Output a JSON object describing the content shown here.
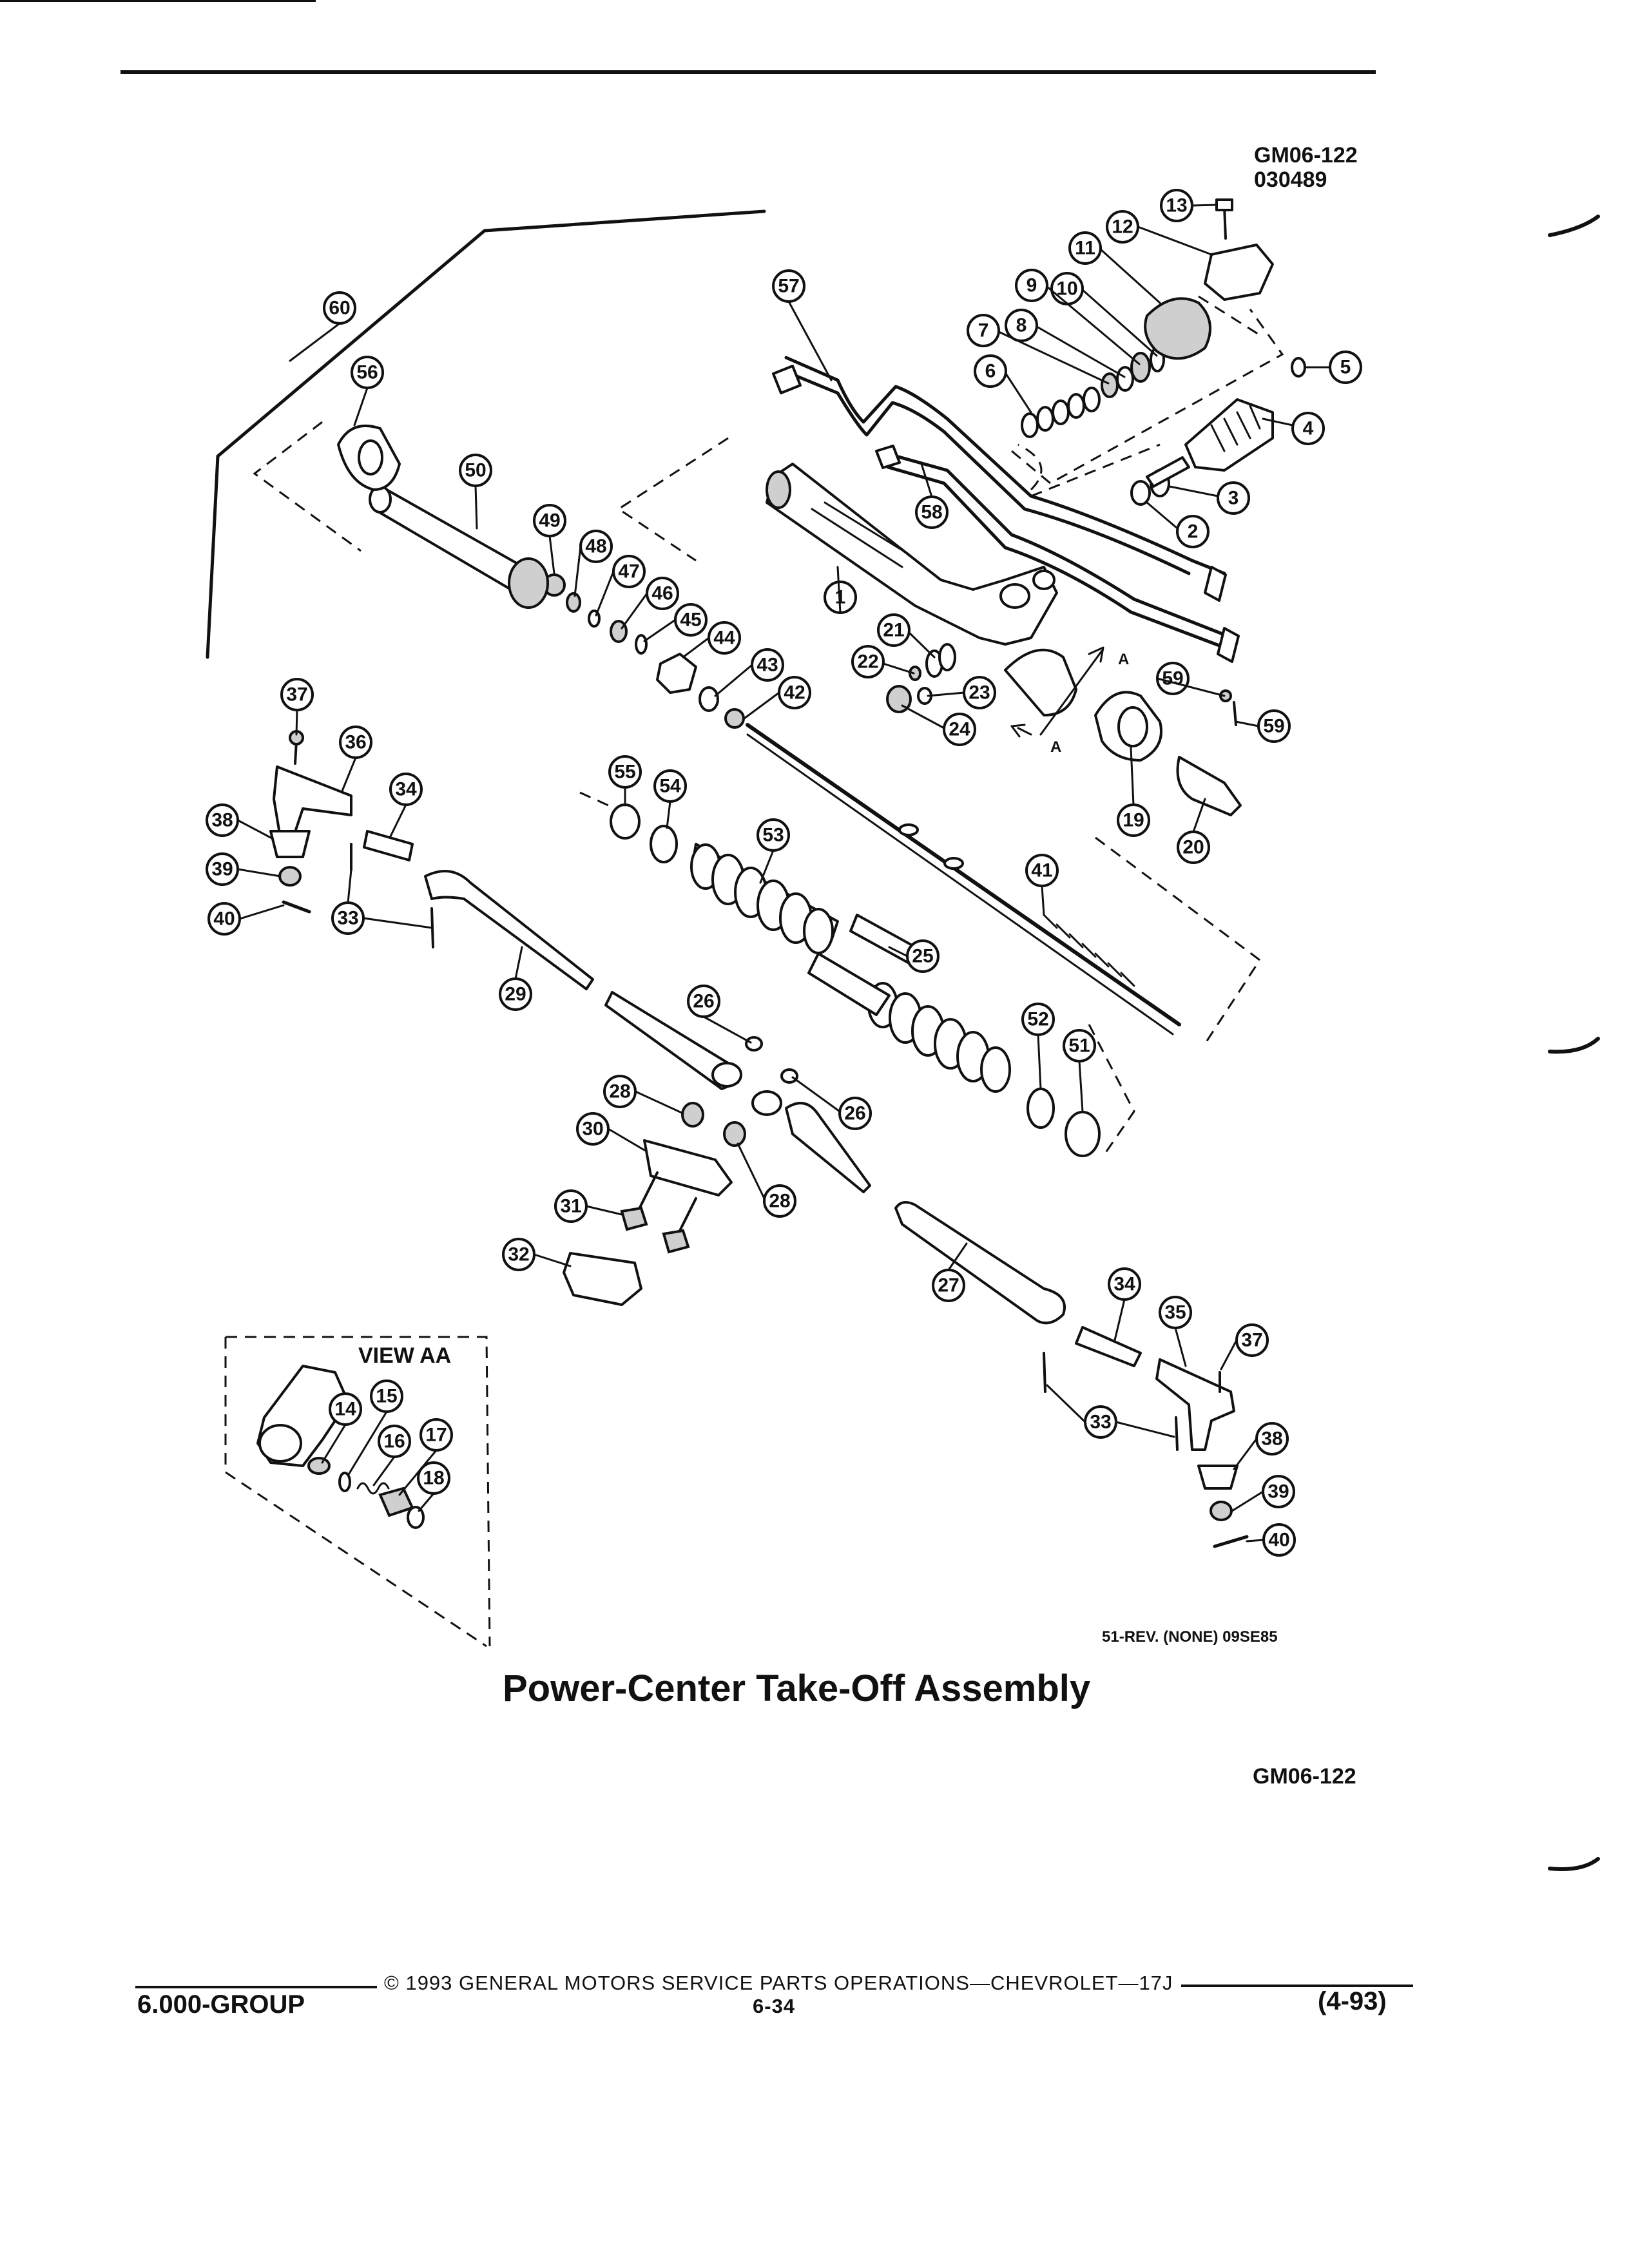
{
  "header": {
    "doc_code": "GM06-122",
    "doc_date": "030489"
  },
  "diagram": {
    "title": "Power-Center Take-Off Assembly",
    "revision_note": "51-REV. (NONE) 09SE85",
    "figure_code": "GM06-122",
    "view_label": "VIEW AA",
    "flow_marker": "A",
    "callouts": [
      "1",
      "2",
      "3",
      "4",
      "5",
      "6",
      "7",
      "8",
      "9",
      "10",
      "11",
      "12",
      "13",
      "14",
      "15",
      "16",
      "17",
      "18",
      "19",
      "20",
      "21",
      "22",
      "23",
      "24",
      "25",
      "26",
      "27",
      "28",
      "29",
      "30",
      "31",
      "32",
      "33",
      "34",
      "35",
      "36",
      "37",
      "38",
      "39",
      "40",
      "41",
      "42",
      "43",
      "44",
      "45",
      "46",
      "47",
      "48",
      "49",
      "50",
      "51",
      "52",
      "53",
      "54",
      "55",
      "56",
      "57",
      "58",
      "59",
      "60"
    ]
  },
  "footer": {
    "copyright": "© 1993 GENERAL MOTORS SERVICE PARTS OPERATIONS—CHEVROLET—17J",
    "group": "6.000-GROUP",
    "page": "6-34",
    "revision_date": "(4-93)"
  },
  "colors": {
    "ink": "#111111",
    "paper": "#ffffff"
  }
}
